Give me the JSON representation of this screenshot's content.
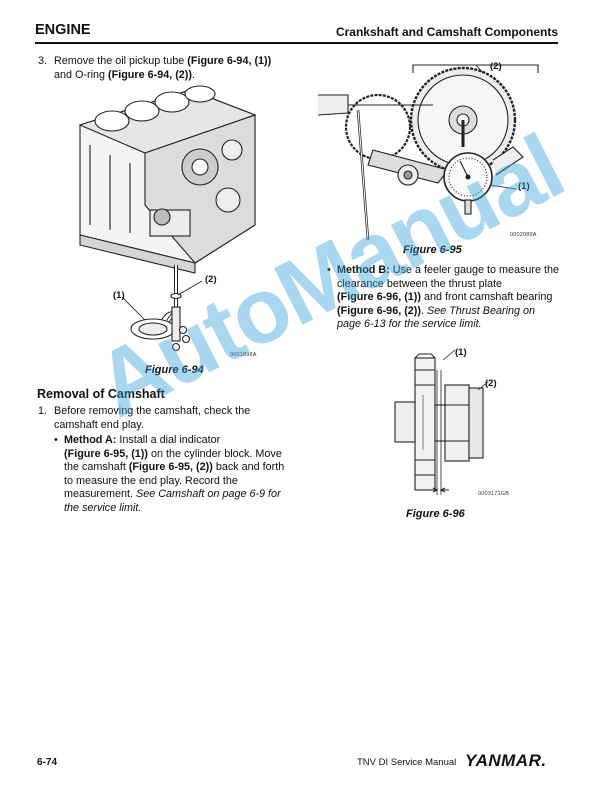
{
  "header": {
    "section": "ENGINE",
    "topic": "Crankshaft and Camshaft Components"
  },
  "step3": {
    "num": "3.",
    "t1": "Remove the oil pickup tube ",
    "b1": "(Figure 6-94, (1))",
    "t2": "and O-ring ",
    "b2": "(Figure 6-94, (2))",
    "t3": "."
  },
  "fig94": {
    "caption": "Figure 6-94",
    "code": "0001898A",
    "label1": "(1)",
    "label2": "(2)"
  },
  "fig95": {
    "caption": "Figure 6-95",
    "code": "0002089A",
    "label1": "(1)",
    "label2": "(2)"
  },
  "fig96": {
    "caption": "Figure 6-96",
    "code": "0003171GB",
    "label1": "(1)",
    "label2": "(2)"
  },
  "removal": {
    "heading": "Removal of Camshaft",
    "step1_num": "1.",
    "step1_line1": "Before removing the camshaft, check the",
    "step1_line2": "camshaft end play."
  },
  "methodA": {
    "label": "Method A:",
    "t1": " Install a dial indicator",
    "b1": "(Figure 6-95, (1))",
    "t2": " on the cylinder block. Move",
    "t3": "the camshaft ",
    "b2": "(Figure 6-95, (2))",
    "t4": " back and forth",
    "t5": "to measure the end play. Record the",
    "t6": "measurement. ",
    "i1": "See Camshaft on page 6-9 for",
    "i2": "the service limit."
  },
  "methodB": {
    "label": "Method B:",
    "t1": " Use a feeler gauge to measure the",
    "t2": "clearance between the thrust plate",
    "b1": "(Figure 6-96, (1))",
    "t3": " and front camshaft bearing",
    "b2": "(Figure 6-96, (2))",
    "t4": ". ",
    "i1": "See Thrust Bearing on",
    "i2": "page 6-13 for the service limit."
  },
  "footer": {
    "page": "6-74",
    "manual": "TNV DI Service Manual",
    "brand": "YANMAR."
  },
  "watermark": "AutoManual"
}
